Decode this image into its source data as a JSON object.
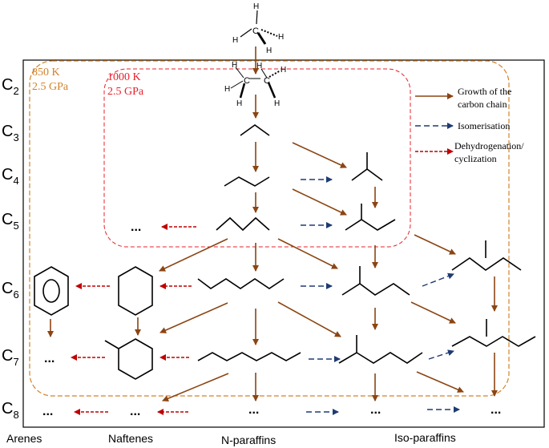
{
  "carbon_labels": [
    {
      "id": "c2",
      "letter": "C",
      "sub": "2"
    },
    {
      "id": "c3",
      "letter": "C",
      "sub": "3"
    },
    {
      "id": "c4",
      "letter": "C",
      "sub": "4"
    },
    {
      "id": "c5",
      "letter": "C",
      "sub": "5"
    },
    {
      "id": "c6",
      "letter": "C",
      "sub": "6"
    },
    {
      "id": "c7",
      "letter": "C",
      "sub": "7"
    },
    {
      "id": "c8",
      "letter": "C",
      "sub": "8"
    }
  ],
  "regions": {
    "outer": {
      "temperature": "850 K",
      "pressure": "2.5 GPa",
      "color": "#d2822a"
    },
    "inner": {
      "temperature": "1000 K",
      "pressure": "2.5 GPa",
      "color": "#e8202a"
    }
  },
  "legend": {
    "growth": "Growth of the carbon chain",
    "growth_line1": "Growth of the",
    "growth_line2": "carbon chain",
    "isomerisation": "Isomerisation",
    "dehydro_line1": "Dehydrogenation/",
    "dehydro_line2": "cyclization"
  },
  "column_labels": {
    "arenes": "Arenes",
    "naftenes": "Naftenes",
    "n_paraffins": "N-paraffins",
    "iso_paraffins": "Iso-paraffins"
  },
  "atoms": {
    "carbon": "C",
    "hydrogen": "H"
  },
  "ellipsis": "...",
  "colors": {
    "growth": "#8b4513",
    "isomerisation": "#1f3b73",
    "dehydrogenation": "#c00000",
    "bonds": "#000000"
  }
}
